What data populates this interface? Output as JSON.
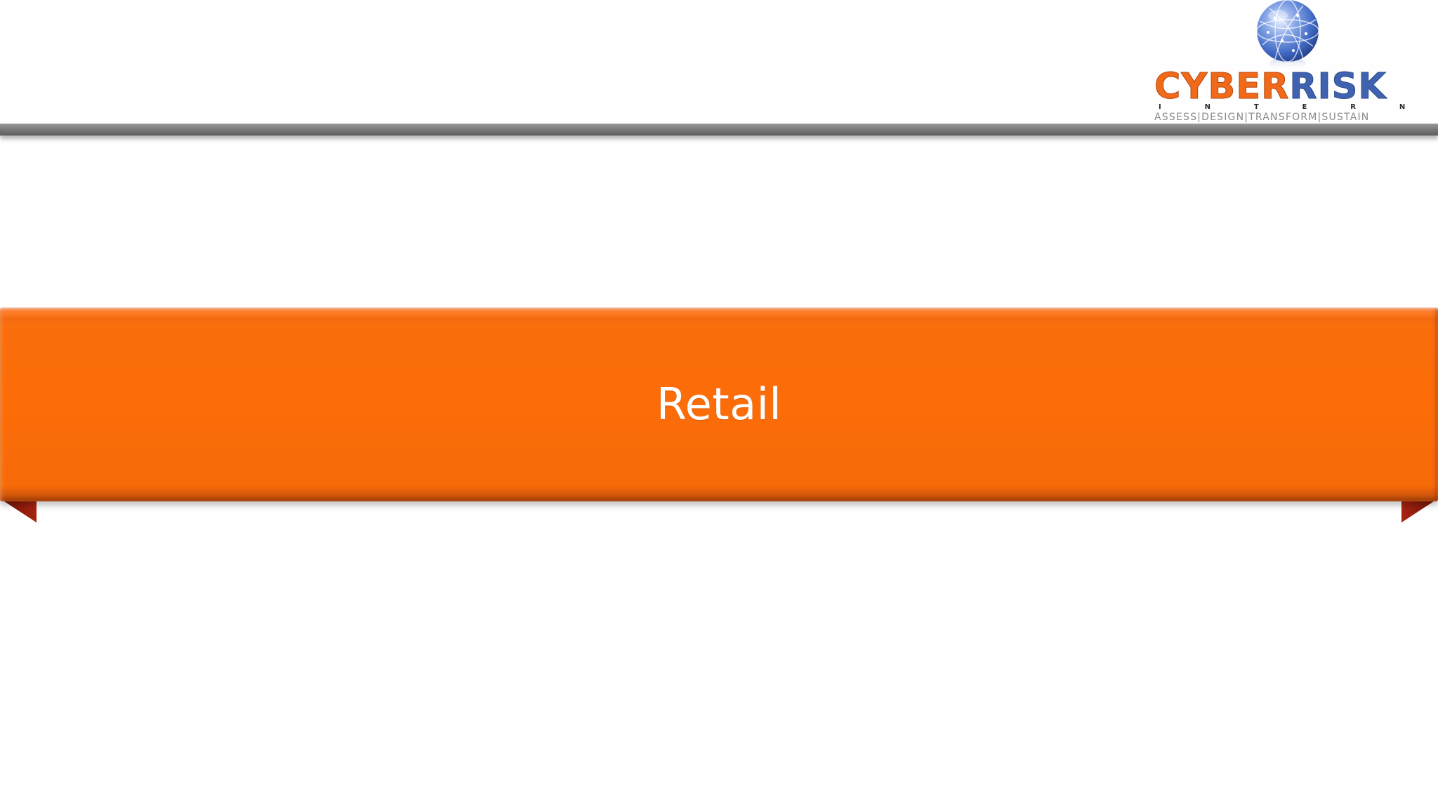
{
  "slide": {
    "section_title": "Retail"
  },
  "logo": {
    "word_primary": "CYBER",
    "word_secondary": "RISK",
    "subtitle": "I N T E R N A T I O N A L",
    "tagline": "ASSESS|DESIGN|TRANSFORM|SUSTAIN"
  },
  "colors": {
    "ribbon_orange": "#fc6d09",
    "ribbon_fold": "#8e1a0e",
    "logo_orange": "#f06a1a",
    "logo_blue": "#3f63b0",
    "header_rule": "#7b7b7b",
    "background": "#fefefe"
  },
  "icons": {
    "logo_mark": "globe-icon"
  }
}
